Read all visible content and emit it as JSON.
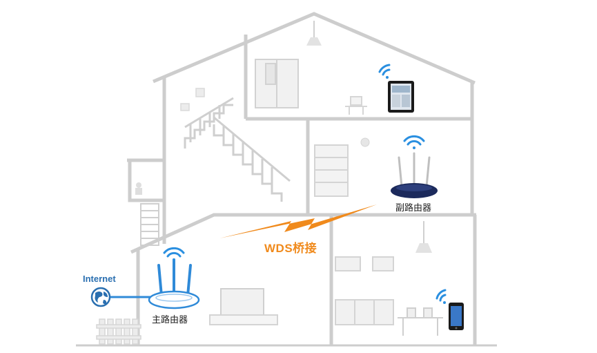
{
  "labels": {
    "internet": "Internet",
    "main_router": "主路由器",
    "sub_router": "副路由器",
    "wds": "WDS桥接"
  },
  "colors": {
    "house_line": "#c9c9c9",
    "router_blue": "#2f8ad8",
    "wifi_blue": "#2a8fe0",
    "wds_orange": "#f08a1c",
    "sub_router_body": "#1c2a5c",
    "globe_blue": "#2a6fb0"
  },
  "icons": [
    "globe-icon",
    "wifi-icon",
    "router-icon",
    "tablet-icon",
    "phone-icon",
    "lightning-bolt-icon",
    "tv-icon",
    "lamp-icon"
  ]
}
